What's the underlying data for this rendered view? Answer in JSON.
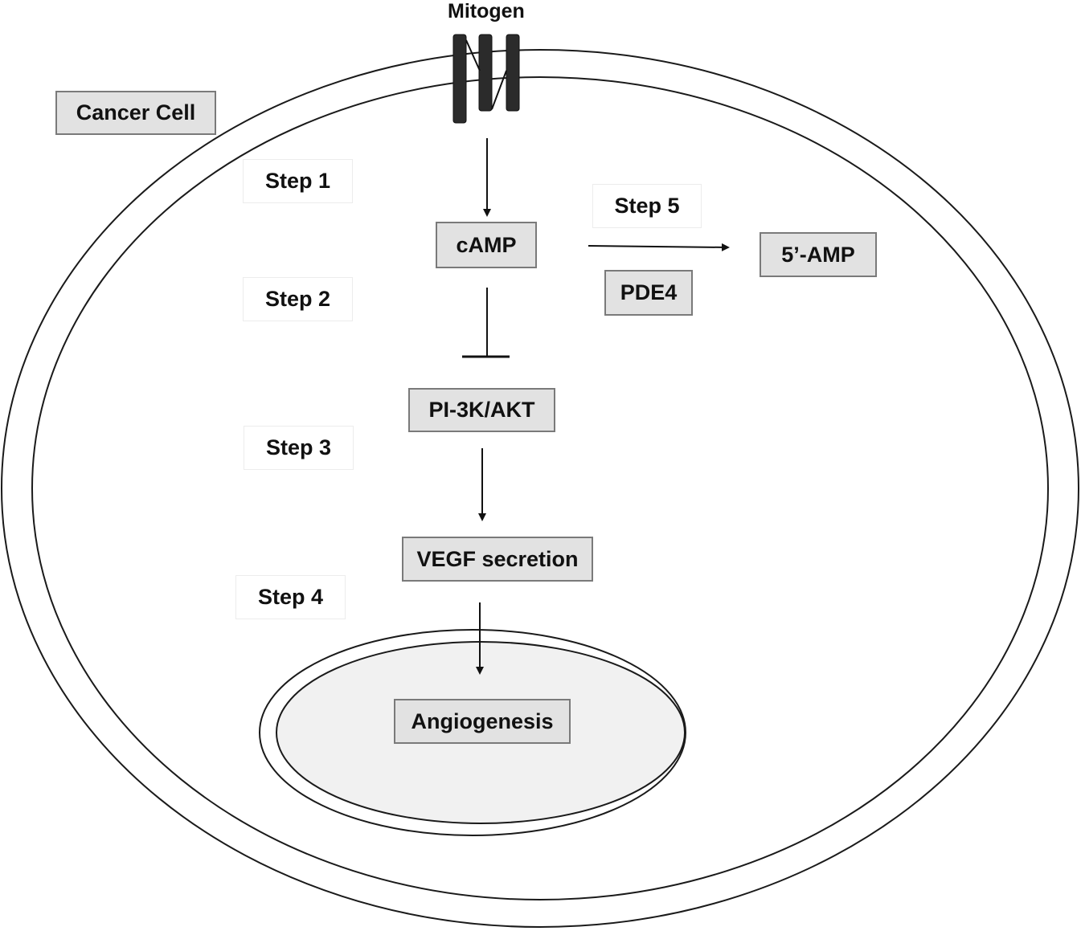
{
  "title_label": "Mitogen",
  "cell_label": "Cancer Cell",
  "nodes": {
    "camp": "cAMP",
    "amp": "5’-AMP",
    "pde4": "PDE4",
    "pi3k": "PI-3K/AKT",
    "vegf": "VEGF secretion",
    "angio": "Angiogenesis"
  },
  "steps": {
    "s1": "Step 1",
    "s2": "Step 2",
    "s3": "Step 3",
    "s4": "Step 4",
    "s5": "Step 5"
  },
  "colors": {
    "node_fill": "#e2e2e2",
    "node_border": "#7a7a7a",
    "receptor": "#2b2b2b",
    "nucleus_fill": "#f1f1f1",
    "line": "#111111"
  },
  "edges": [
    {
      "from": "Mitogen receptor",
      "to": "cAMP",
      "type": "activation",
      "label": "Step 1"
    },
    {
      "from": "cAMP",
      "to": "PI-3K/AKT",
      "type": "inhibition",
      "label": "Step 2"
    },
    {
      "from": "PI-3K/AKT",
      "to": "VEGF secretion",
      "type": "activation",
      "label": "Step 3"
    },
    {
      "from": "VEGF secretion",
      "to": "Angiogenesis",
      "type": "activation",
      "label": "Step 4"
    },
    {
      "from": "cAMP",
      "to": "5’-AMP",
      "type": "conversion",
      "label": "Step 5",
      "enzyme": "PDE4"
    }
  ]
}
